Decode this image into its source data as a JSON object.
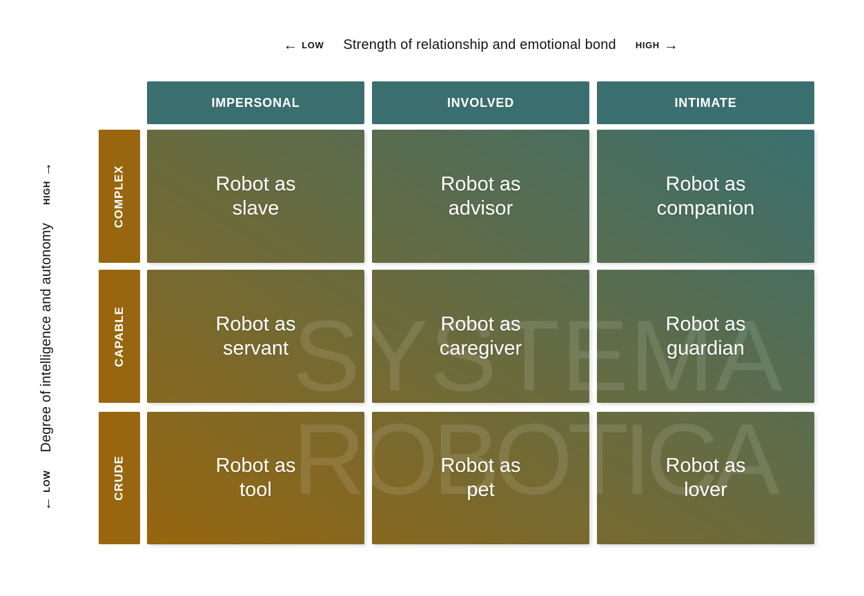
{
  "axes": {
    "x": {
      "label": "Strength of relationship and emotional bond",
      "low_label": "LOW",
      "high_label": "HIGH",
      "left_arrow": "←",
      "right_arrow": "→"
    },
    "y": {
      "label": "Degree of intelligence and autonomy",
      "low_label": "LOW",
      "high_label": "HIGH",
      "left_arrow": "←",
      "right_arrow": "→"
    }
  },
  "columns": [
    {
      "label": "IMPERSONAL"
    },
    {
      "label": "INVOLVED"
    },
    {
      "label": "INTIMATE"
    }
  ],
  "rows": [
    {
      "label": "COMPLEX"
    },
    {
      "label": "CAPABLE"
    },
    {
      "label": "CRUDE"
    }
  ],
  "cells": [
    {
      "row": "COMPLEX",
      "column": "IMPERSONAL",
      "line1": "Robot as",
      "line2": "slave"
    },
    {
      "row": "COMPLEX",
      "column": "INVOLVED",
      "line1": "Robot as",
      "line2": "advisor"
    },
    {
      "row": "COMPLEX",
      "column": "INTIMATE",
      "line1": "Robot as",
      "line2": "companion"
    },
    {
      "row": "CAPABLE",
      "column": "IMPERSONAL",
      "line1": "Robot as",
      "line2": "servant"
    },
    {
      "row": "CAPABLE",
      "column": "INVOLVED",
      "line1": "Robot as",
      "line2": "caregiver"
    },
    {
      "row": "CAPABLE",
      "column": "INTIMATE",
      "line1": "Robot as",
      "line2": "guardian"
    },
    {
      "row": "CRUDE",
      "column": "IMPERSONAL",
      "line1": "Robot as",
      "line2": "tool"
    },
    {
      "row": "CRUDE",
      "column": "INVOLVED",
      "line1": "Robot as",
      "line2": "pet"
    },
    {
      "row": "CRUDE",
      "column": "INTIMATE",
      "line1": "Robot as",
      "line2": "lover"
    }
  ],
  "watermark": {
    "line1": "SYSTEMA",
    "line2": "ROBOTICA"
  },
  "colors": {
    "row_header": "#97660e",
    "column_header": "#3b6e6e",
    "cell_gradient_start": "#97660e",
    "cell_gradient_end": "#397070",
    "cell_text": "#ffffff",
    "axis_text": "#141414"
  }
}
